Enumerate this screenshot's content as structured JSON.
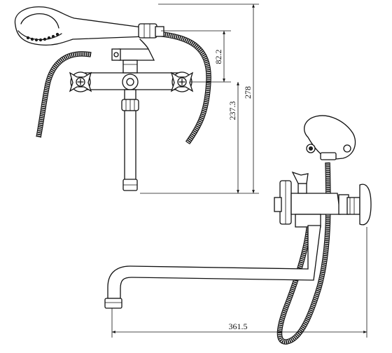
{
  "dimensions": {
    "top_section": "82.2",
    "middle_section": "237.3",
    "total_height": "278",
    "spout_reach": "361.5"
  }
}
